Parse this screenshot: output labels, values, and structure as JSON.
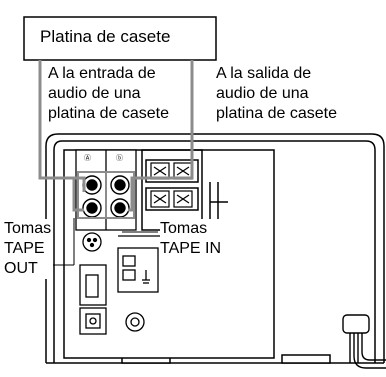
{
  "diagram": {
    "cassette_deck_label": "Platina de casete",
    "to_input_label": "A la entrada de\naudio de una\nplatina de casete",
    "from_output_label": "A la salida de\naudio de una\nplatina de casete",
    "tape_out_label": "Tomas\nTAPE\nOUT",
    "tape_in_label": "Tomas\nTAPE IN"
  },
  "colors": {
    "line": "#000000",
    "cable_gray": "#8c8c8c",
    "background": "#ffffff"
  }
}
